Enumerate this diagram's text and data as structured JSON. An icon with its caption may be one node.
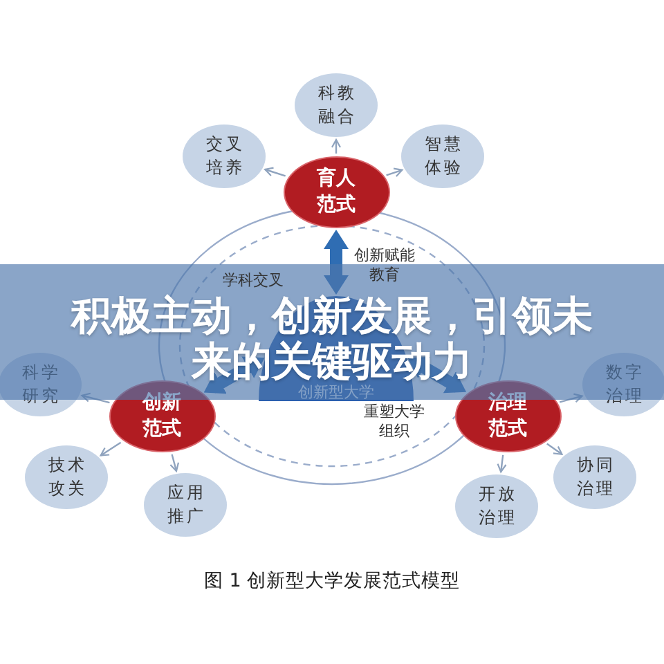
{
  "diagram": {
    "title": "积极主动，创新发展，引领未来的关键驱动力",
    "caption": "图 1 创新型大学发展范式模型",
    "nodes": [
      {
        "text": [
          "科教融合"
        ]
      },
      {
        "text": [
          "交叉培养"
        ]
      },
      {
        "text": [
          "智慧体验"
        ]
      },
      {
        "text": [
          "育人范式"
        ]
      },
      {
        "text": [
          "创新型大学"
        ]
      },
      {
        "text": [
          "科学研究"
        ]
      },
      {
        "text": [
          "数字治理"
        ]
      },
      {
        "text": [
          "创新范式"
        ]
      },
      {
        "text": [
          "治理范式"
        ]
      },
      {
        "text": [
          "技术攻关"
        ]
      },
      {
        "text": [
          "协同治理"
        ]
      },
      {
        "text": [
          "应用推广"
        ]
      },
      {
        "text": [
          "开放治理"
        ]
      }
    ],
    "edges": [
      {
        "from": 3,
        "to": 0,
        "arrow": "to"
      },
      {
        "from": 3,
        "to": 1,
        "arrow": "to"
      },
      {
        "from": 3,
        "to": 2,
        "arrow": "to"
      },
      {
        "from": 4,
        "to": 3,
        "arrow": "both",
        "label": "创新赋能教育",
        "style": "thick",
        "color": "#2f6db3"
      },
      {
        "from": 4,
        "to": 7,
        "arrow": "both",
        "label": "学科交叉",
        "style": "thick",
        "color": "#2f6db3"
      },
      {
        "from": 4,
        "to": 8,
        "arrow": "both",
        "label": "重塑大学组织",
        "style": "thick",
        "color": "#2f6db3"
      },
      {
        "from": 7,
        "to": 5,
        "arrow": "to"
      },
      {
        "from": 7,
        "to": 9,
        "arrow": "to"
      },
      {
        "from": 7,
        "to": 11,
        "arrow": "to"
      },
      {
        "from": 8,
        "to": 6,
        "arrow": "to"
      },
      {
        "from": 8,
        "to": 10,
        "arrow": "to"
      },
      {
        "from": 8,
        "to": 12,
        "arrow": "to"
      }
    ]
  }
}
